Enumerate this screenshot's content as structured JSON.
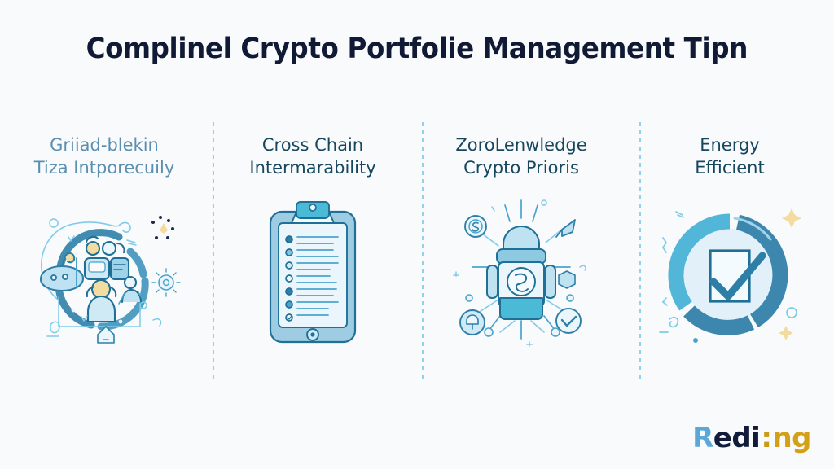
{
  "header": {
    "title": "Complinel Crypto Portfolie Management Tipn",
    "title_color": "#101a35"
  },
  "theme": {
    "background": "#f8fafc",
    "accent_light_blue": "#7ecbe8",
    "accent_blue": "#4ba3cd",
    "accent_deep_blue": "#2e7fa8",
    "accent_dark_teal": "#17475e",
    "muted_blue": "#5b8fb0",
    "gold": "#d4a017"
  },
  "columns": [
    {
      "title": "Griiad-blekin\nTiza Intporecuily",
      "title_style": "muted",
      "illustration": "blockchain-network-people-illustration"
    },
    {
      "title": "Cross Chain\nIntermarability",
      "title_style": "strong",
      "illustration": "clipboard-checklist-illustration"
    },
    {
      "title": "ZoroLenwledge\nCrypto Prioris",
      "title_style": "strong",
      "illustration": "central-vault-network-illustration"
    },
    {
      "title": "Energy\nEfficient",
      "title_style": "strong",
      "illustration": "donut-ring-checkmark-illustration"
    }
  ],
  "dividers": {
    "count": 3,
    "style": "dashed-vertical",
    "color": "#7ecbe8"
  },
  "logo": {
    "part_r": "R",
    "part_edi": "edi",
    "part_mark": ":",
    "part_ng": "ng",
    "full_text": "Rediing"
  }
}
